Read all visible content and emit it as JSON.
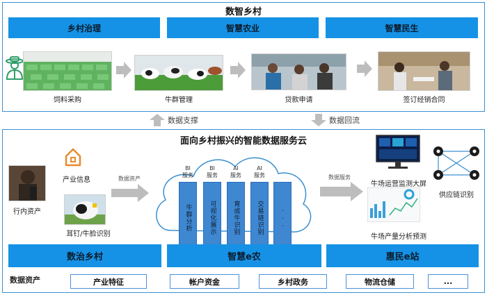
{
  "top": {
    "title": "数智乡村",
    "tabs": [
      "乡村治理",
      "智慧农业",
      "智慧民生"
    ],
    "steps": [
      "饲料采购",
      "牛群管理",
      "贷款申请",
      "签订经销合同"
    ]
  },
  "flows": {
    "up": "数据支撑",
    "down": "数据回流"
  },
  "cloud": {
    "title": "面向乡村振兴的智能数据服务云",
    "left_items": {
      "industry_info": "产业信息",
      "bank_assets": "行内资产",
      "ear_tag": "耳钉/牛脸识别"
    },
    "arrow_in": "数据资产",
    "arrow_out": "数据服务",
    "services": [
      {
        "label": "BI\n服务",
        "text": "牛群分析"
      },
      {
        "label": "BI\n服务",
        "text": "可视化展示"
      },
      {
        "label": "AI\n服务",
        "text": "育成牛识别"
      },
      {
        "label": "AI\n服务",
        "text": "交易链识别"
      },
      {
        "label": "",
        "text": "..."
      }
    ],
    "outputs": {
      "screen": "牛场运营监测大屏",
      "forecast": "牛场产量分析预测",
      "supply": "供应链识别"
    }
  },
  "bottom": {
    "tabs": [
      "数治乡村",
      "智慧e农",
      "惠民e站"
    ],
    "assets_label": "数据资产",
    "chips": [
      "产业特征",
      "帐户资金",
      "乡村政务",
      "物流仓储",
      "..."
    ]
  },
  "colors": {
    "accent": "#1592e6",
    "border": "#3a8fd0",
    "service": "#3f87d1"
  }
}
